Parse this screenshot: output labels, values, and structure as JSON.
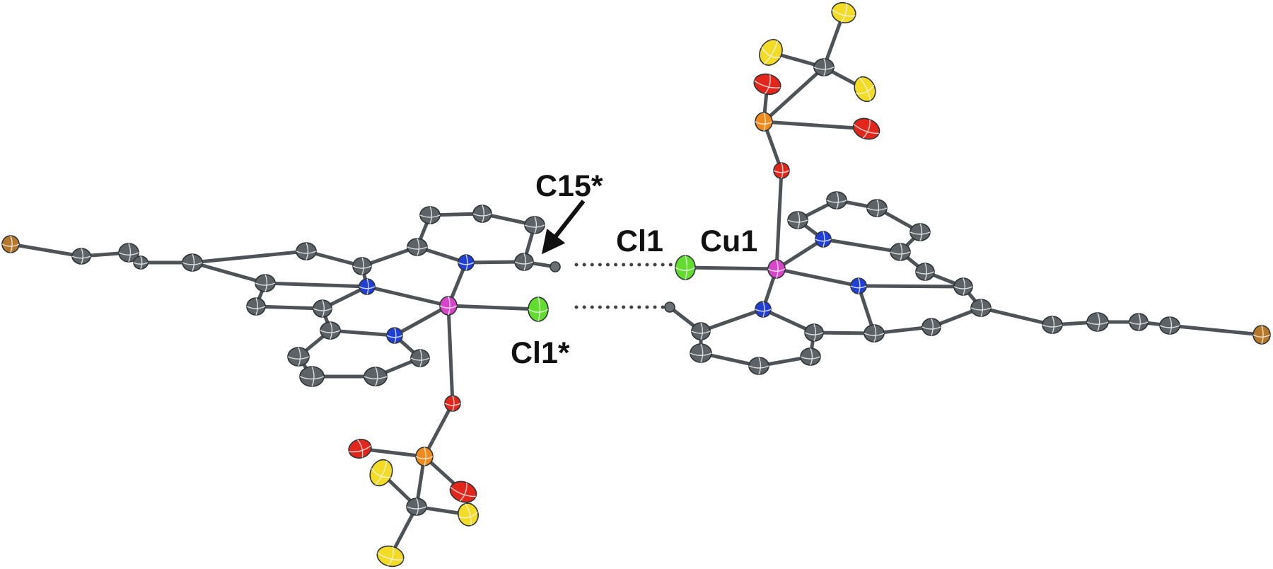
{
  "labels": {
    "c15_star": "C15*",
    "cl1": "Cl1",
    "cu1": "Cu1",
    "cl1_star": "Cl1*"
  },
  "colors": {
    "carbon": "#5c6266",
    "hydrogen": "#6a6f72",
    "nitrogen": "#1f3fd8",
    "oxygen": "#e3261b",
    "fluorine": "#f2dc26",
    "sulfur": "#f08a1c",
    "chlorine": "#62dc2d",
    "copper": "#d945c8",
    "bromine": "#b5782a",
    "bond": "#4d5356"
  },
  "icons": {
    "arrow": "arrow-icon"
  }
}
